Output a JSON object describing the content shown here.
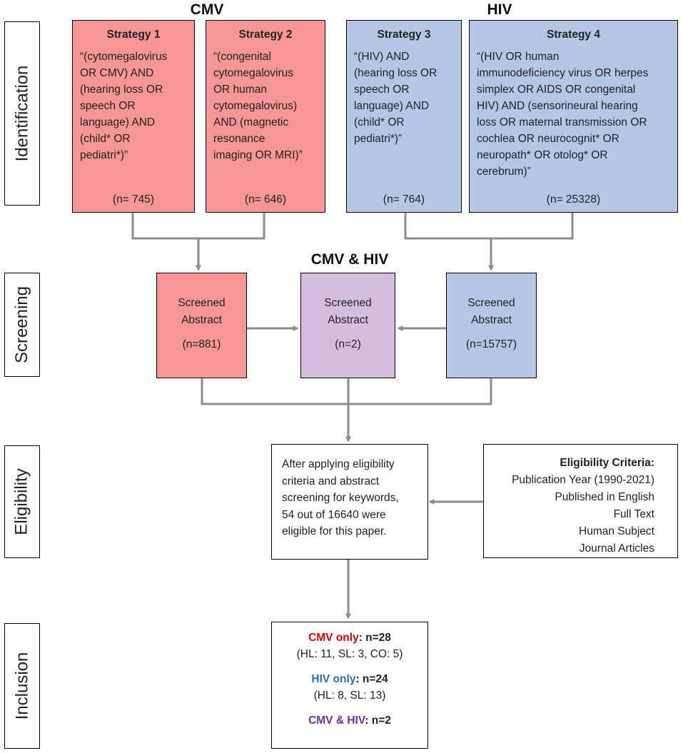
{
  "stages": [
    "Identification",
    "Screening",
    "Eligibility",
    "Inclusion"
  ],
  "groups": {
    "cmv": "CMV",
    "hiv": "HIV",
    "both": "CMV & HIV"
  },
  "strategies": [
    {
      "title": "Strategy 1",
      "query": "“(cytomegalovirus\nOR CMV) AND\n(hearing loss OR\nspeech OR\nlanguage) AND\n(child* OR\npediatri*)”",
      "count": "(n= 745)"
    },
    {
      "title": "Strategy 2",
      "query": "“(congenital\ncytomegalovirus\nOR human\ncytomegalovirus)\nAND (magnetic\nresonance\nimaging OR MRI)”",
      "count": "(n= 646)"
    },
    {
      "title": "Strategy 3",
      "query": "“(HIV) AND\n(hearing loss OR\nspeech OR\nlanguage) AND\n(child* OR\npediatri*)”",
      "count": "(n= 764)"
    },
    {
      "title": "Strategy 4",
      "query": "“(HIV OR human\nimmunodeficiency virus OR herpes\nsimplex OR AIDS OR congenital\nHIV) AND (sensorineural hearing\nloss OR maternal transmission OR\ncochlea OR neurocognit* OR\nneuropath* OR otolog* OR\ncerebrum)”",
      "count": "(n= 25328)"
    }
  ],
  "screening": [
    {
      "line1": "Screened",
      "line2": "Abstract",
      "count": "(n=881)"
    },
    {
      "line1": "Screened",
      "line2": "Abstract",
      "count": "(n=2)"
    },
    {
      "line1": "Screened",
      "line2": "Abstract",
      "count": "(n=15757)"
    }
  ],
  "eligibility": {
    "text": "After applying eligibility\ncriteria and abstract\nscreening for keywords,\n54 out of 16640 were\neligible for this paper.",
    "criteria_title": "Eligibility Criteria:",
    "criteria": [
      "Publication Year (1990-2021)",
      "Published in English",
      "Full Text",
      "Human Subject",
      "Journal Articles"
    ]
  },
  "inclusion": {
    "cmv_label": "CMV only",
    "cmv_count": ": n=28",
    "cmv_detail": "(HL: 11, SL: 3, CO: 5)",
    "hiv_label": "HIV only",
    "hiv_count": ": n=24",
    "hiv_detail": "(HL: 8, SL: 13)",
    "both_label": "CMV & HIV",
    "both_count": ": n=2"
  },
  "colors": {
    "cmv_box": "#f79696",
    "hiv_box": "#b4c7e7",
    "both_box": "#d6bde0",
    "cmv_text": "#e00000",
    "hiv_text": "#2f6fbf",
    "both_text": "#7030a0",
    "connector": "#8c8c8c"
  }
}
